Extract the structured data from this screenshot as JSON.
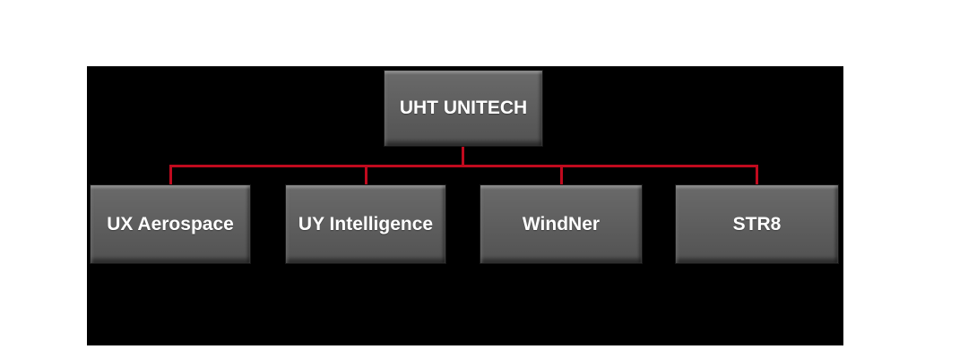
{
  "diagram": {
    "type": "org-chart",
    "root": {
      "label": "UHT UNITECH"
    },
    "children": [
      {
        "label": "UX Aerospace"
      },
      {
        "label": "UY Intelligence"
      },
      {
        "label": "WindNer"
      },
      {
        "label": "STR8"
      }
    ],
    "colors": {
      "page_background": "#ffffff",
      "canvas_background": "#000000",
      "node_fill": "#5e5e5e",
      "node_text": "#ffffff",
      "connector": "#c00a1e"
    }
  }
}
